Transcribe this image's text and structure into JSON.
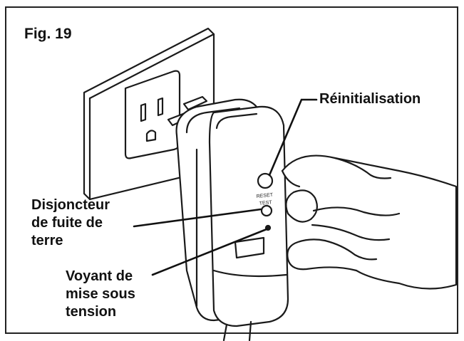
{
  "figure": {
    "label": "Fig. 19",
    "button_labels": {
      "reset": "RESET",
      "test": "TEST"
    },
    "callouts": {
      "reset": "Réinitialisation",
      "gfci": [
        "Disjoncteur",
        "de fuite de",
        "terre"
      ],
      "power": [
        "Voyant de",
        "mise sous",
        "tension"
      ]
    },
    "colors": {
      "line": "#1a1a1a",
      "background": "#ffffff"
    }
  }
}
